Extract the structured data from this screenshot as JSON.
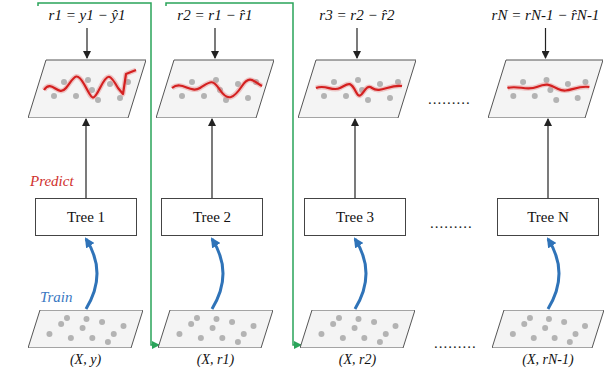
{
  "diagram": {
    "nodes": [
      {
        "text": [
          "r1 = y1 − ŷ1"
        ]
      },
      {
        "text": [
          "Tree 1"
        ]
      },
      {
        "text": [
          "(X, y)"
        ]
      },
      {
        "text": [
          "r2 = r1 − r̂1"
        ]
      },
      {
        "text": [
          "Tree 2"
        ]
      },
      {
        "text": [
          "(X, r1)"
        ]
      },
      {
        "text": [
          "r3 = r2 − r̂2"
        ]
      },
      {
        "text": [
          "Tree 3"
        ]
      },
      {
        "text": [
          "(X, r2)"
        ]
      },
      {
        "text": [
          "rN = rN-1 − r̂N-1"
        ]
      },
      {
        "text": [
          "Tree N"
        ]
      },
      {
        "text": [
          "(X, rN-1)"
        ]
      }
    ],
    "edges": [
      {
        "from": 2,
        "to": 1,
        "arrow": "to"
      },
      {
        "from": 1,
        "to": 0,
        "arrow": "to"
      },
      {
        "from": 5,
        "to": 4,
        "arrow": "to"
      },
      {
        "from": 4,
        "to": 3,
        "arrow": "to"
      },
      {
        "from": 8,
        "to": 7,
        "arrow": "to"
      },
      {
        "from": 7,
        "to": 6,
        "arrow": "to"
      },
      {
        "from": 11,
        "to": 10,
        "arrow": "to"
      },
      {
        "from": 10,
        "to": 9,
        "arrow": "to"
      },
      {
        "from": 0,
        "to": 5,
        "arrow": "to"
      },
      {
        "from": 3,
        "to": 8,
        "arrow": "to"
      }
    ],
    "labels": [
      "Predict",
      "Train",
      ".........",
      ".........",
      "........."
    ]
  }
}
